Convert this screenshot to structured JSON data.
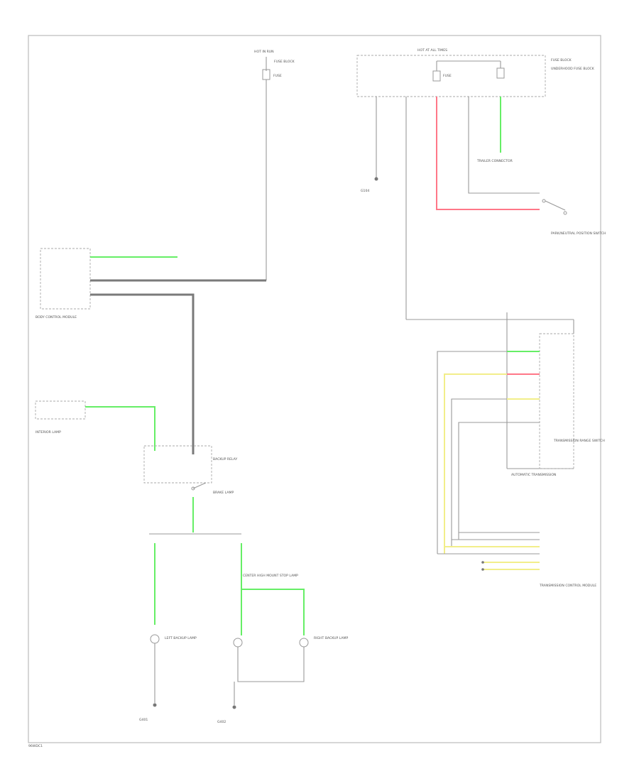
{
  "labels": {
    "hot_in_run": "HOT IN RUN",
    "fuse_block_top": "FUSE BLOCK",
    "hot_at_all": "HOT AT ALL TIMES",
    "fuse_block_right": "FUSE BLOCK",
    "fuse_a": "FUSE",
    "fuse_b": "FUSE",
    "underhood_block": "UNDERHOOD FUSE BLOCK",
    "trailer_connector": "TRAILER CONNECTOR",
    "ground_g_top": "G104",
    "park_neutral_switch": "PARK/NEUTRAL POSITION SWITCH",
    "body_control_module": "BODY CONTROL MODULE",
    "interior_lamp": "INTERIOR LAMP",
    "backup_relay": "BACKUP RELAY",
    "brake_lamp": "BRAKE LAMP",
    "auto_trans": "AUTOMATIC TRANSMISSION",
    "trans_range_switch": "TRANSMISSION RANGE SWITCH",
    "transmission_module": "TRANSMISSION CONTROL MODULE",
    "left_backup": "LEFT BACKUP LAMP",
    "right_backup": "RIGHT BACKUP LAMP",
    "center_lamp": "CENTER HIGH MOUNT STOP LAMP",
    "ground_g_left": "G401",
    "ground_g_right": "G402",
    "footer": "96WDC1"
  }
}
